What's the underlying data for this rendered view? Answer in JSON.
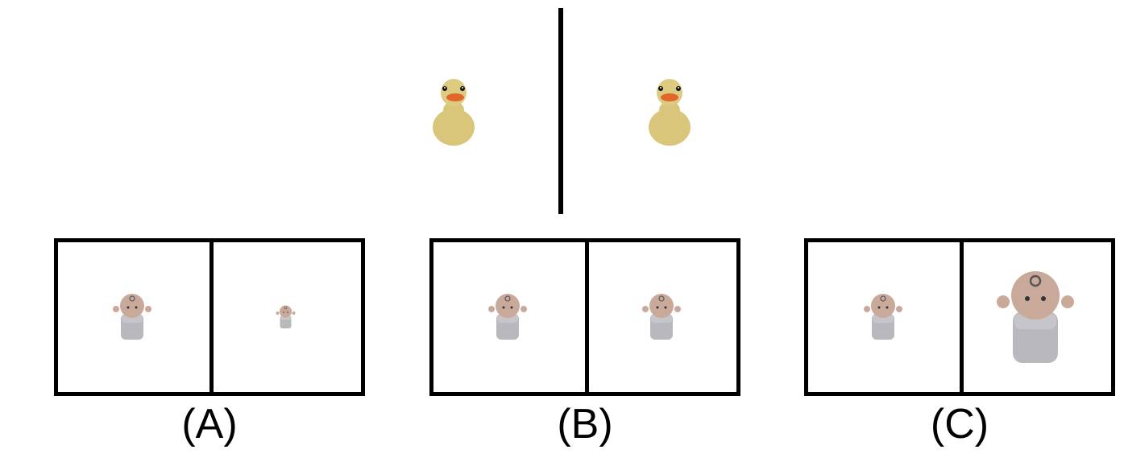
{
  "top_pair": {
    "left_object": "rubber-duck",
    "right_object": "rubber-duck"
  },
  "options": [
    {
      "label": "(A)",
      "left_object": "baby-doll",
      "right_object": "baby-doll",
      "left_scale": 1.0,
      "right_scale": 0.5
    },
    {
      "label": "(B)",
      "left_object": "baby-doll",
      "right_object": "baby-doll",
      "left_scale": 1.0,
      "right_scale": 1.0
    },
    {
      "label": "(C)",
      "left_object": "baby-doll",
      "right_object": "baby-doll",
      "left_scale": 1.0,
      "right_scale": 2.2
    }
  ],
  "colors": {
    "duck_body": "#d9c67a",
    "duck_beak": "#e0662a",
    "doll_skin": "#c9a99a",
    "doll_body": "#b9b9bd",
    "frame": "#000000"
  }
}
